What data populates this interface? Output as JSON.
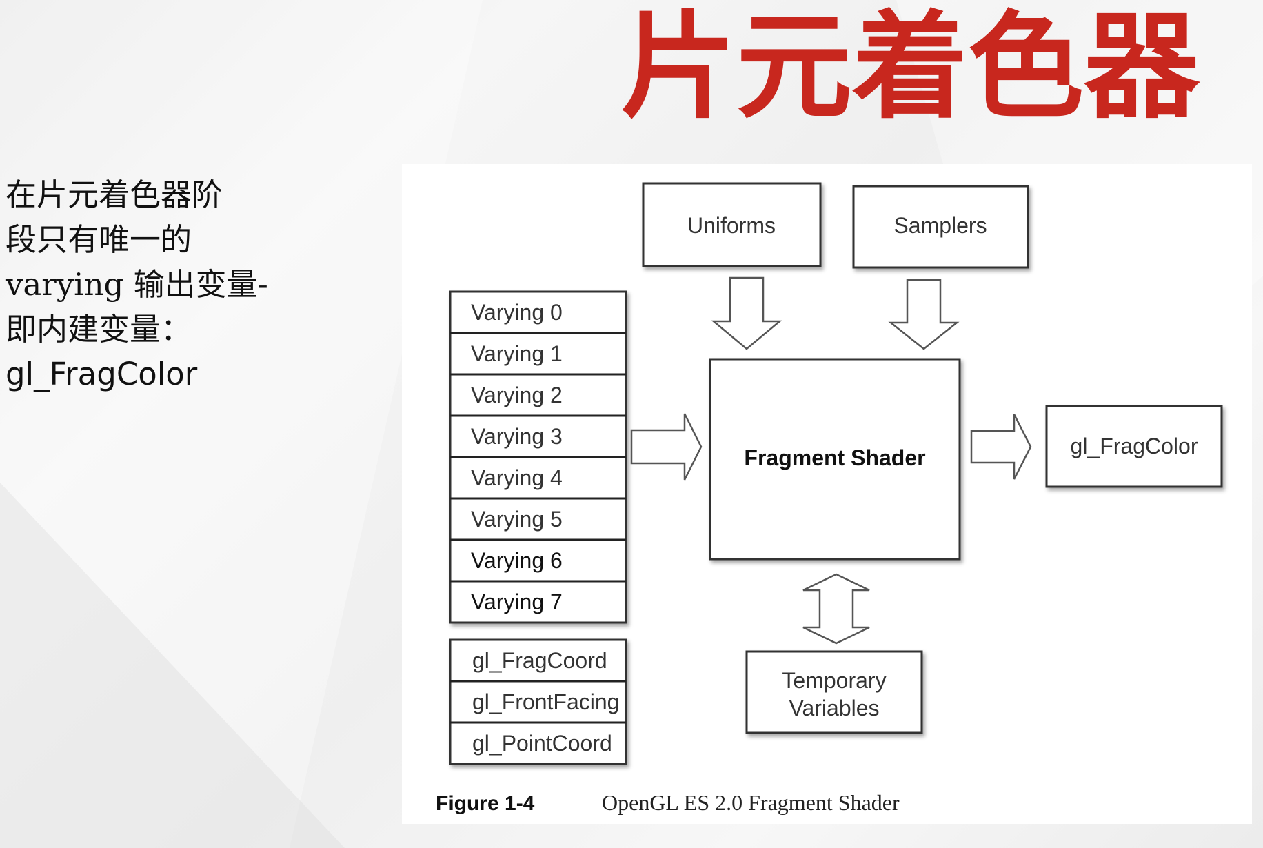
{
  "slide": {
    "title": "片元着色器",
    "description_lines": [
      "在片元着色器阶",
      "段只有唯一的",
      "varying 输出变量-",
      "即内建变量：",
      "gl_FragColor"
    ],
    "title_color": "#c8271e"
  },
  "diagram": {
    "uniforms": "Uniforms",
    "samplers": "Samplers",
    "varyings": [
      "Varying 0",
      "Varying 1",
      "Varying 2",
      "Varying 3",
      "Varying 4",
      "Varying 5",
      "Varying 6",
      "Varying 7"
    ],
    "builtins": [
      "gl_FragCoord",
      "gl_FrontFacing",
      "gl_PointCoord"
    ],
    "fragment_shader": "Fragment Shader",
    "output": "gl_FragColor",
    "temporary_line1": "Temporary",
    "temporary_line2": "Variables",
    "caption_number": "Figure 1-4",
    "caption_text": "OpenGL ES 2.0 Fragment Shader"
  }
}
